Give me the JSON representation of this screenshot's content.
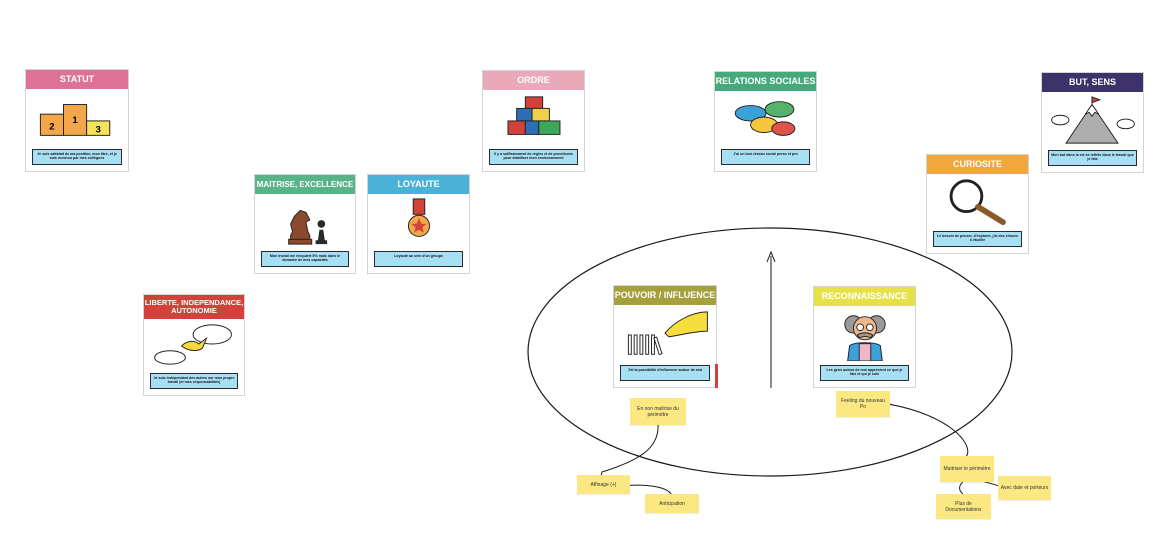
{
  "cards": {
    "statut": {
      "title": "STATUT",
      "color": "#dd7296",
      "caption": "Je suis satisfait de ma position, mon titre, et je suis reconnu par mes collègues"
    },
    "ordre": {
      "title": "ORDRE",
      "color": "#eaa9b9",
      "caption": "Il y a suffisamment de règles et de procédures pour stabiliser mon environnement"
    },
    "relations": {
      "title": "RELATIONS SOCIALES",
      "color": "#46a97a",
      "caption": "J'ai un bon réseau social perso et pro"
    },
    "but": {
      "title": "BUT, SENS",
      "color": "#3c3168",
      "caption": "Mon but dans la vie se reflète dans le travail que je fais"
    },
    "curiosite": {
      "title": "CURIOSITE",
      "color": "#f1a63e",
      "caption": "Le besoin de penser, d'explorer, j'ai des choses à étudier"
    },
    "maitrise": {
      "title": "MAITRISE, EXCELLENCE",
      "color": "#58b386",
      "caption": "Mon travail me recquiert 5% mais dans le domaine de mes capacités"
    },
    "loyaute": {
      "title": "LOYAUTE",
      "color": "#4ab2d7",
      "caption": "Loyauté au sein d'un groupe"
    },
    "liberte": {
      "title": "LIBERTE, INDEPENDANCE, AUTONOMIE",
      "color": "#d2423b",
      "caption": "Je suis indépendant des autres sur mon propre travail (et mes responsabilités)"
    },
    "pouvoir": {
      "title": "POUVOIR / INFLUENCE",
      "color": "#a4a03b",
      "caption": "J'ai la possibilité d'influencer autour de moi"
    },
    "reconnaissance": {
      "title": "RECONNAISSANCE",
      "color": "#e8e047",
      "caption": "Les gens autour de moi apprécient ce que je fais et qui je suis"
    }
  },
  "stickies": {
    "non_maitrise": "En non maitrise du périmètre",
    "affinage": "Affinage (+)",
    "anticipation": "Anticipation",
    "feeling": "Feeling du nouveau Po",
    "maitriser": "Maitriser le périmètre",
    "avec_date": "Avec date et porteurs",
    "plus_doc": "Plus de Documentations"
  },
  "colors": {
    "sticky": "#fbe883",
    "caption_bg": "#a7dff5",
    "stroke": "#1a1a1a"
  }
}
